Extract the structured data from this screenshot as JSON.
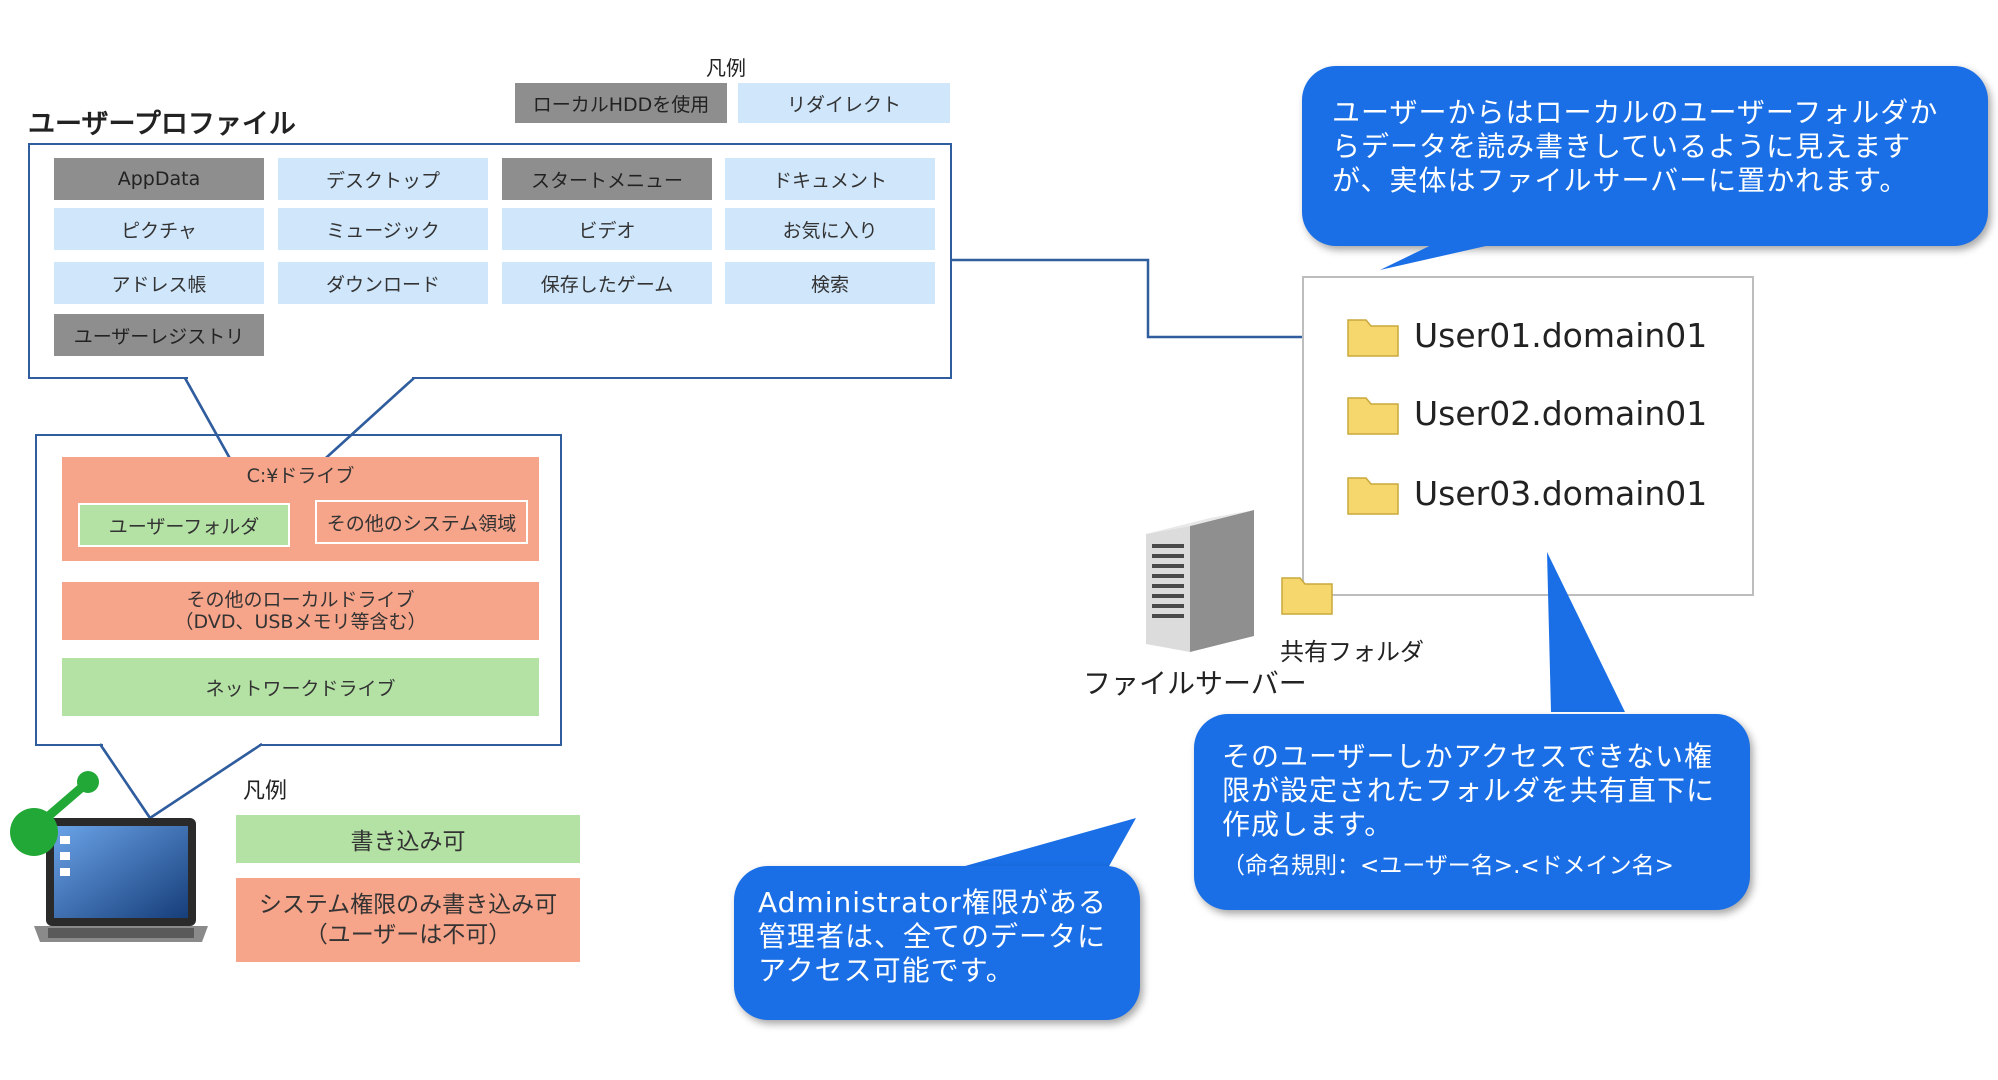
{
  "legend_top": {
    "title": "凡例",
    "local_hdd": "ローカルHDDを使用",
    "redirect": "リダイレクト"
  },
  "user_profile": {
    "title": "ユーザープロファイル",
    "items": [
      {
        "label": "AppData",
        "style": "gray"
      },
      {
        "label": "デスクトップ",
        "style": "blue"
      },
      {
        "label": "スタートメニュー",
        "style": "gray"
      },
      {
        "label": "ドキュメント",
        "style": "blue"
      },
      {
        "label": "ピクチャ",
        "style": "blue"
      },
      {
        "label": "ミュージック",
        "style": "blue"
      },
      {
        "label": "ビデオ",
        "style": "blue"
      },
      {
        "label": "お気に入り",
        "style": "blue"
      },
      {
        "label": "アドレス帳",
        "style": "blue"
      },
      {
        "label": "ダウンロード",
        "style": "blue"
      },
      {
        "label": "保存したゲーム",
        "style": "blue"
      },
      {
        "label": "検索",
        "style": "blue"
      },
      {
        "label": "ユーザーレジストリ",
        "style": "gray"
      }
    ]
  },
  "drives": {
    "c_drive": "C:¥ドライブ",
    "user_folder": "ユーザーフォルダ",
    "other_system": "その他のシステム領域",
    "other_local_line1": "その他のローカルドライブ",
    "other_local_line2": "（DVD、USBメモリ等含む）",
    "network": "ネットワークドライブ"
  },
  "legend_bottom": {
    "title": "凡例",
    "writable": "書き込み可",
    "system_only_line1": "システム権限のみ書き込み可",
    "system_only_line2": "（ユーザーは不可）"
  },
  "bubbles": {
    "top_right": "ユーザーからはローカルのユーザーフォルダからデータを読み書きしているように見えますが、実体はファイルサーバーに置かれます。",
    "bottom_right_main": "そのユーザーしかアクセスできない権限が設定されたフォルダを共有直下に作成します。",
    "bottom_right_rule": "（命名規則：<ユーザー名>.<ドメイン名>",
    "admin": "Administrator権限がある管理者は、全てのデータにアクセス可能です。"
  },
  "server": {
    "folders": [
      "User01.domain01",
      "User02.domain01",
      "User03.domain01"
    ],
    "shared_folder": "共有フォルダ",
    "file_server": "ファイルサーバー"
  },
  "colors": {
    "frame": "#2f5d9e",
    "bubble": "#1a6fe6",
    "gray": "#8e8e8e",
    "blue": "#cfe6fb",
    "orange": "#f7a58a",
    "green": "#b4e2a4",
    "folder": "#f5d76e"
  },
  "icons": [
    "laptop-icon",
    "folder-icon",
    "server-icon"
  ]
}
